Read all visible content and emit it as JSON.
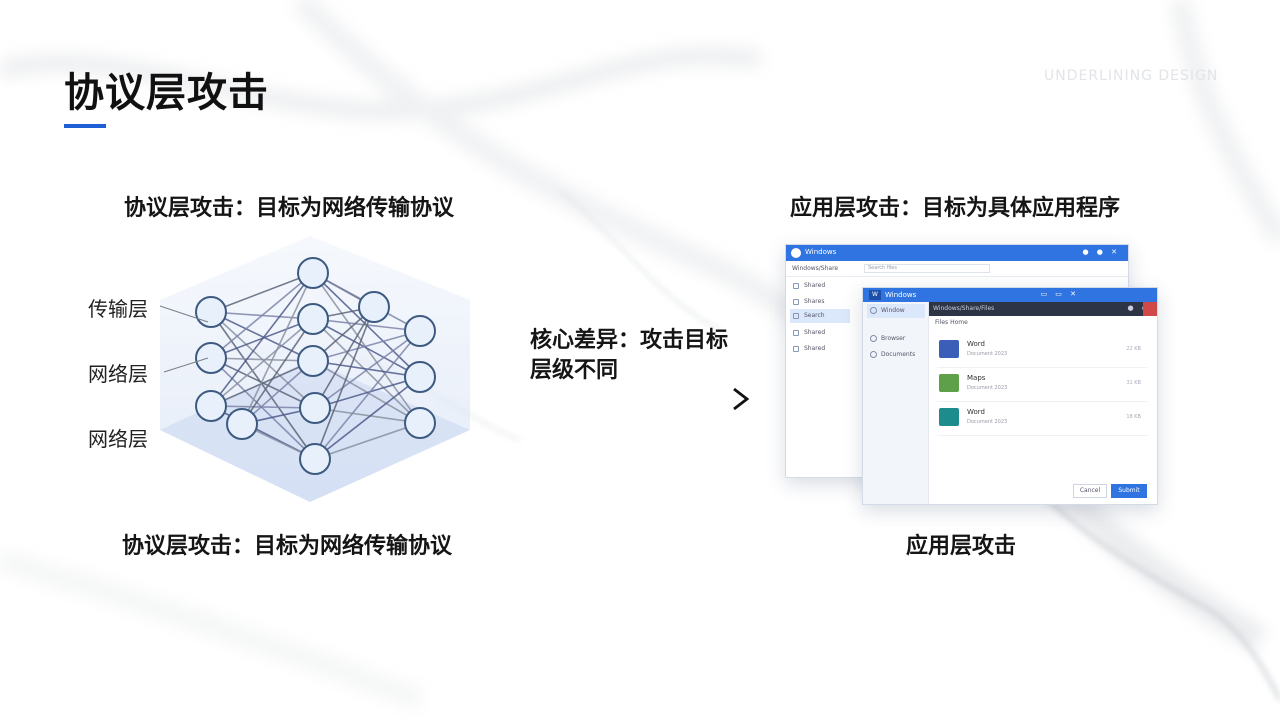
{
  "slide": {
    "title": "协议层攻击",
    "brand": "UNDERLINING DESIGN",
    "accent_color": "#1f5fd6"
  },
  "left": {
    "caption_top": "协议层攻击：目标为网络传输协议",
    "caption_bottom": "协议层攻击：目标为网络传输协议",
    "layer_labels": [
      "传输层",
      "网络层",
      "网络层"
    ]
  },
  "center": {
    "core_line1": "核心差异：攻击目标",
    "core_line2": "层级不同"
  },
  "right": {
    "caption_top": "应用层攻击：目标为具体应用程序",
    "caption_bottom": "应用层攻击",
    "back_window": {
      "title": "Windows",
      "address_label": "Windows/Share",
      "address_value": "Search files",
      "side_items": [
        "Shared",
        "Shares",
        "Search",
        "Shared",
        "Shared"
      ]
    },
    "front_window": {
      "logo": "W",
      "title": "Windows",
      "bar_title": "Windows/Share/Files",
      "tabs": "Files  Home",
      "side_items": [
        "Window",
        "Browser",
        "Documents"
      ],
      "files": [
        {
          "name": "Word",
          "meta": "Document 2023",
          "size": "22 KB"
        },
        {
          "name": "Maps",
          "meta": "Document 2023",
          "size": "31 KB"
        },
        {
          "name": "Word",
          "meta": "Document 2023",
          "size": "18 KB"
        }
      ],
      "cancel_label": "Cancel",
      "ok_label": "Submit"
    }
  }
}
